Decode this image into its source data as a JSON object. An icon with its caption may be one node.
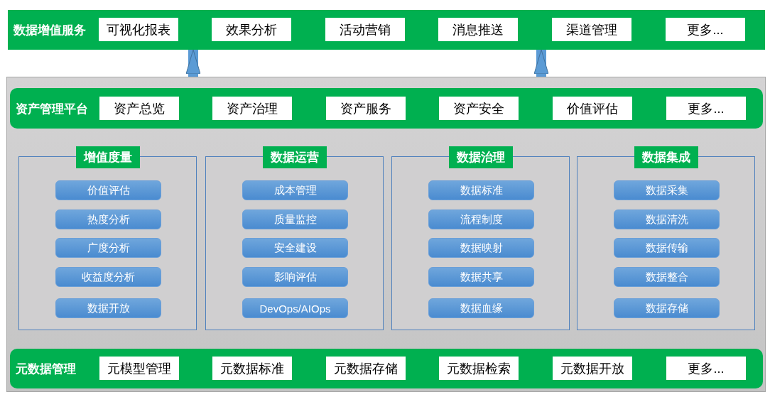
{
  "diagram": {
    "nodes": [
      {
        "text": [
          "数据增值服务"
        ]
      },
      {
        "text": [
          "可视化报表"
        ],
        "in": 0
      },
      {
        "text": [
          "效果分析"
        ],
        "in": 0
      },
      {
        "text": [
          "活动营销"
        ],
        "in": 0
      },
      {
        "text": [
          "消息推送"
        ],
        "in": 0
      },
      {
        "text": [
          "渠道管理"
        ],
        "in": 0
      },
      {
        "text": [
          "更多..."
        ],
        "in": 0
      },
      {
        "text": [],
        "shape": "box"
      },
      {
        "text": [
          "资产管理平台"
        ],
        "in": 7
      },
      {
        "text": [
          "资产总览"
        ],
        "in": 8
      },
      {
        "text": [
          "资产治理"
        ],
        "in": 8
      },
      {
        "text": [
          "资产服务"
        ],
        "in": 8
      },
      {
        "text": [
          "资产安全"
        ],
        "in": 8
      },
      {
        "text": [
          "价值评估"
        ],
        "in": 8
      },
      {
        "text": [
          "更多..."
        ],
        "in": 8
      },
      {
        "text": [
          "增值度量"
        ],
        "in": 7
      },
      {
        "text": [
          "价值评估"
        ],
        "in": 15
      },
      {
        "text": [
          "热度分析"
        ],
        "in": 15
      },
      {
        "text": [
          "广度分析"
        ],
        "in": 15
      },
      {
        "text": [
          "收益度分析"
        ],
        "in": 15
      },
      {
        "text": [
          "数据开放"
        ],
        "in": 15
      },
      {
        "text": [
          "数据运营"
        ],
        "in": 7
      },
      {
        "text": [
          "成本管理"
        ],
        "in": 21
      },
      {
        "text": [
          "质量监控"
        ],
        "in": 21
      },
      {
        "text": [
          "安全建设"
        ],
        "in": 21
      },
      {
        "text": [
          "影响评估"
        ],
        "in": 21
      },
      {
        "text": [
          "DevOps/AIOps"
        ],
        "in": 21
      },
      {
        "text": [
          "数据治理"
        ],
        "in": 7
      },
      {
        "text": [
          "数据标准"
        ],
        "in": 27
      },
      {
        "text": [
          "流程制度"
        ],
        "in": 27
      },
      {
        "text": [
          "数据映射"
        ],
        "in": 27
      },
      {
        "text": [
          "数据共享"
        ],
        "in": 27
      },
      {
        "text": [
          "数据血缘"
        ],
        "in": 27
      },
      {
        "text": [
          "数据集成"
        ],
        "in": 7
      },
      {
        "text": [
          "数据采集"
        ],
        "in": 33
      },
      {
        "text": [
          "数据清洗"
        ],
        "in": 33
      },
      {
        "text": [
          "数据传输"
        ],
        "in": 33
      },
      {
        "text": [
          "数据整合"
        ],
        "in": 33
      },
      {
        "text": [
          "数据存储"
        ],
        "in": 33
      },
      {
        "text": [
          "元数据管理"
        ],
        "in": 7
      },
      {
        "text": [
          "元模型管理"
        ],
        "in": 39
      },
      {
        "text": [
          "元数据标准"
        ],
        "in": 39
      },
      {
        "text": [
          "元数据存储"
        ],
        "in": 39
      },
      {
        "text": [
          "元数据检索"
        ],
        "in": 39
      },
      {
        "text": [
          "元数据开放"
        ],
        "in": 39
      },
      {
        "text": [
          "更多..."
        ],
        "in": 39
      }
    ],
    "edges": [
      {
        "from": 7,
        "to": 0,
        "arrow": "to"
      },
      {
        "from": 7,
        "to": 0,
        "arrow": "to"
      }
    ]
  }
}
